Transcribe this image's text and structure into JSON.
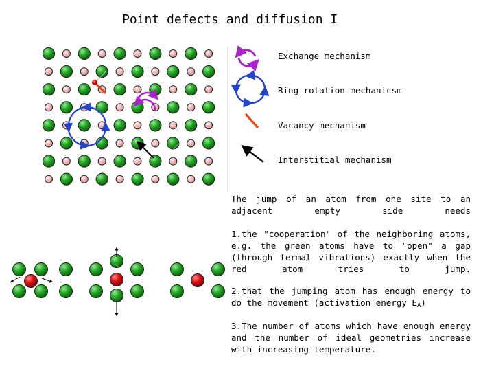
{
  "title": "Point defects and diffusion I",
  "legend": [
    {
      "icon": "exchange-icon",
      "label": "Exchange mechanism"
    },
    {
      "icon": "ring-rotation-icon",
      "label": "Ring rotation mechanicsm"
    },
    {
      "icon": "vacancy-arrow-icon",
      "label": "Vacancy mechanism"
    },
    {
      "icon": "interstitial-arrow-icon",
      "label": "Interstitial mechanism"
    }
  ],
  "paragraphs": {
    "intro": "The jump of an atom from one site to an adjacent empty side needs",
    "point1": "1.the \"cooperation\" of the neighboring atoms, e.g. the green atoms  have to \"open\" a gap (through termal vibrations)  exactly when the red atom tries to jump.",
    "point2_text": "2.that the jumping atom has enough energy to do the movement (activation energy E",
    "point2_sub": "A",
    "point2_end": ")",
    "point3": "3.The number of atoms which have enough energy and the number of ideal geometries increase with increasing temperature."
  },
  "colors": {
    "green_atom": "#22aa22",
    "pink_atom": "#f0b4b4",
    "red_atom": "#dd1111",
    "exchange": "#aa22cc",
    "ring": "#2244cc",
    "vacancy": "#ee4411",
    "interstitial": "#000000"
  }
}
